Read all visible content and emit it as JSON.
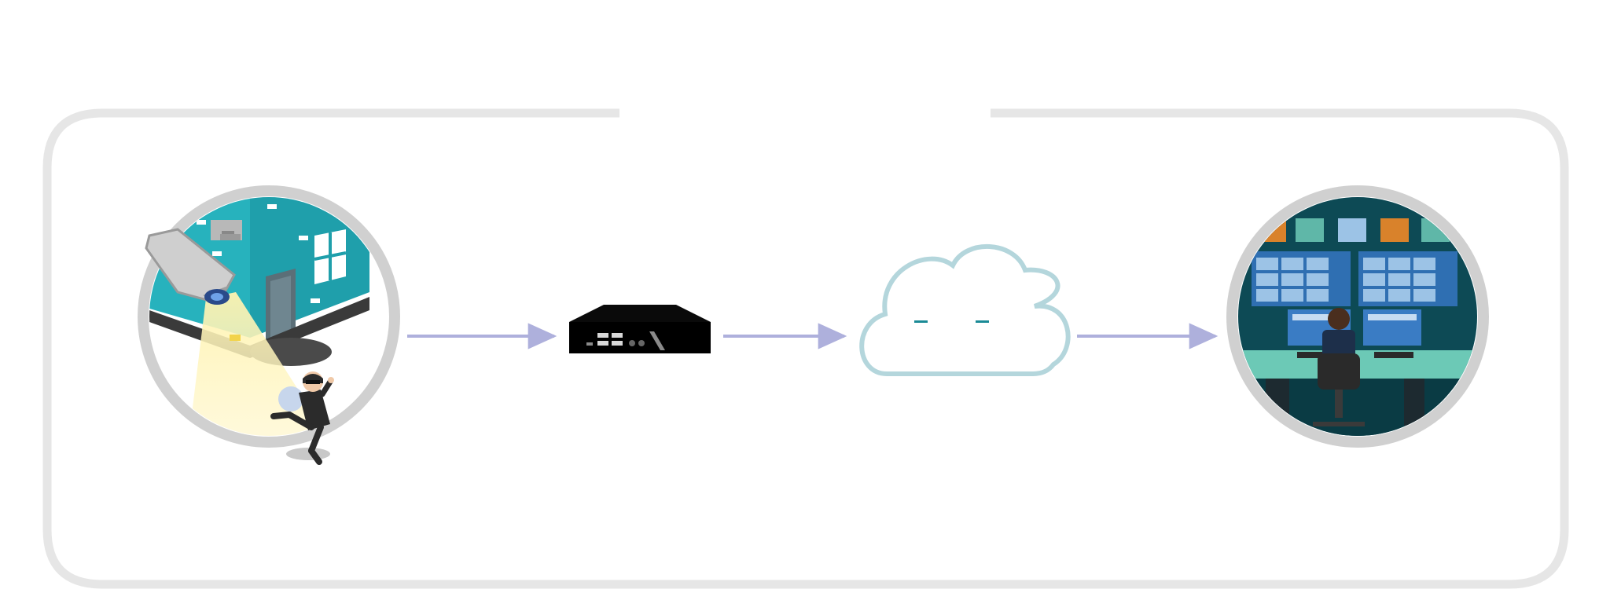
{
  "diagram": {
    "nodes": [
      {
        "id": "site",
        "icon": "house-with-security-camera-and-burglar-icon"
      },
      {
        "id": "edge-device",
        "icon": "edge-computing-box-icon"
      },
      {
        "id": "cloud",
        "icon": "cloud-icon"
      },
      {
        "id": "monitoring-center",
        "icon": "surveillance-control-room-icon"
      }
    ],
    "edges": [
      {
        "from": "site",
        "to": "edge-device"
      },
      {
        "from": "edge-device",
        "to": "cloud"
      },
      {
        "from": "cloud",
        "to": "monitoring-center"
      }
    ],
    "colors": {
      "frame": "#e6e6e6",
      "arrow": "#aeb0dc",
      "cloud_outline": "#b4d6dc",
      "cloud_accent": "#1a8a96",
      "ring": "#d0d0d0",
      "teal": "#1f9fab",
      "dark_teal": "#0d4a55"
    }
  }
}
